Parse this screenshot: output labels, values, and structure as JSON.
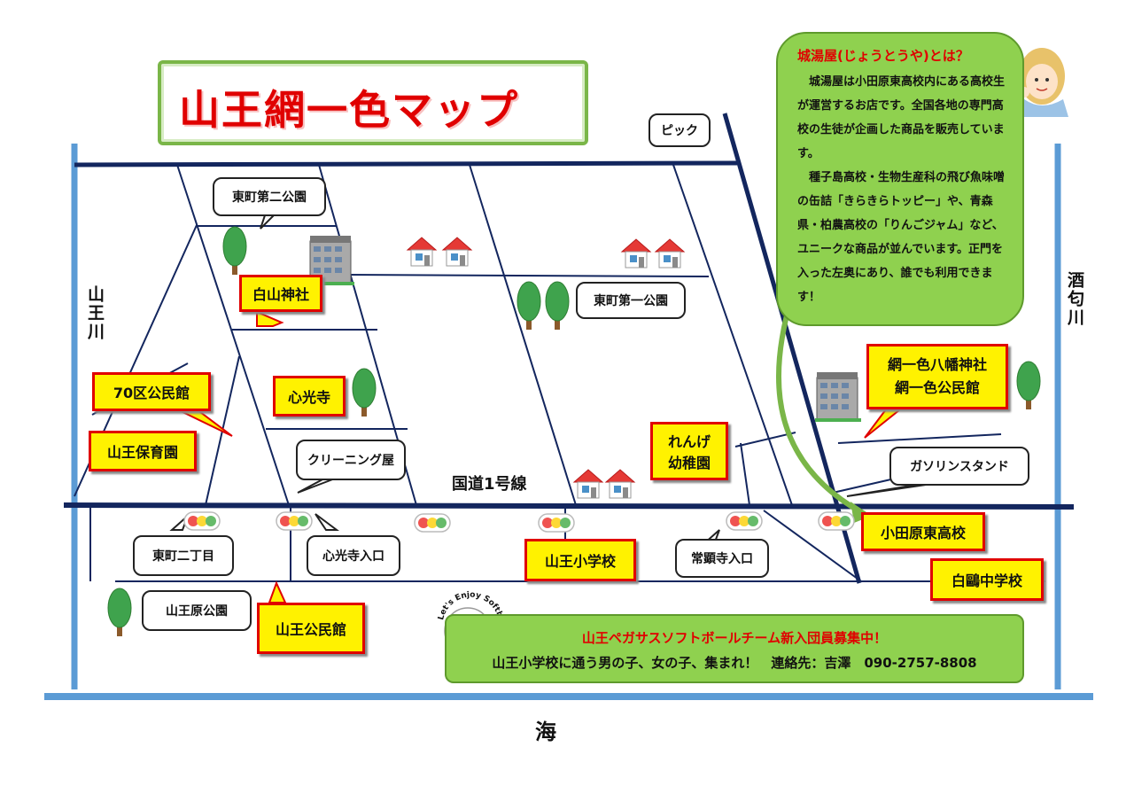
{
  "title": "山王網一色マップ",
  "rivers": {
    "left": "山王川",
    "right": "酒匂川"
  },
  "sea": "海",
  "road": "国道1号線",
  "info_box": {
    "heading": "城湯屋(じょうとうや)とは？",
    "paragraph1": "城湯屋は小田原東高校内にある高校生が運営するお店です。全国各地の専門高校の生徒が企画した商品を販売しています。",
    "paragraph2": "種子島高校・生物生産科の飛び魚味噌の缶詰「きらきらトッピー」や、青森県・柏農高校の「りんごジャム」など、ユニークな商品が並んでいます。正門を入った左奥にあり、誰でも利用できます！"
  },
  "bubbles": {
    "pick": "ピック",
    "higashi2": "東町第二公園",
    "higashi1": "東町第一公園",
    "cleaning": "クリーニング屋",
    "gas": "ガソリンスタンド",
    "nichome": "東町二丁目",
    "shinkoji_iriguchi": "心光寺入口",
    "jokenji": "常顕寺入口",
    "sannobara": "山王原公園"
  },
  "landmarks": {
    "hakusan": "白山神社",
    "kumin70": "70区公民館",
    "shinkoji": "心光寺",
    "hoikuen": "山王保育園",
    "renge1": "れんげ",
    "renge2": "幼稚園",
    "hachiman1": "網一色八幡神社",
    "hachiman2": "網一色公民館",
    "odawara_higashi": "小田原東高校",
    "hakuo": "白鷗中学校",
    "sanno_sho": "山王小学校",
    "sanno_kominkan": "山王公民館"
  },
  "softball_logo_text": "Let's Enjoy Softball!!",
  "banner": {
    "line1": "山王ペガサスソフトボールチーム新入団員募集中！",
    "line2": "山王小学校に通う男の子、女の子、集まれ！　連絡先：吉澤　090-2757-8808"
  },
  "colors": {
    "road": "#13265e",
    "river": "#5b9bd5",
    "green": "#8fd14f",
    "yellow": "#fff200",
    "red": "#e00000"
  }
}
